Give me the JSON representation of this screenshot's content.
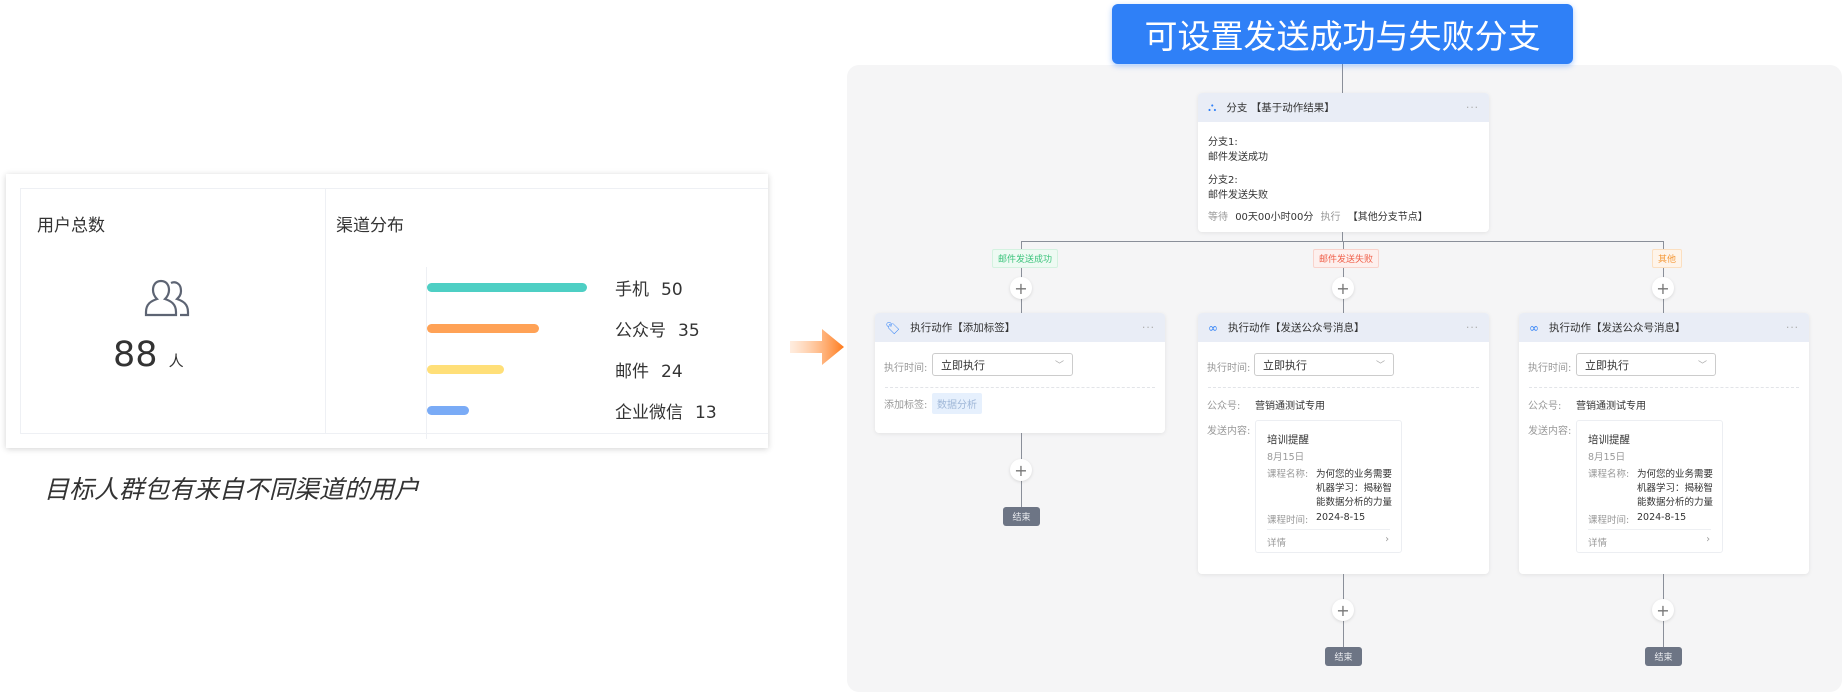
{
  "stats": {
    "total_title": "用户总数",
    "total_value": "88",
    "total_unit": "人",
    "channel_title": "渠道分布",
    "chart_data": {
      "type": "bar",
      "title": "渠道分布",
      "categories": [
        "手机",
        "公众号",
        "邮件",
        "企业微信"
      ],
      "values": [
        50,
        35,
        24,
        13
      ],
      "colors": [
        "#4ecfc4",
        "#ffa256",
        "#ffdf78",
        "#7aabf6"
      ]
    },
    "caption": "目标人群包有来自不同渠道的用户"
  },
  "banner": "可设置发送成功与失败分支",
  "branch_node": {
    "title": "分支 【基于动作结果】",
    "more": "···",
    "branch1_label": "分支1:",
    "branch1_value": "邮件发送成功",
    "branch2_label": "分支2:",
    "branch2_value": "邮件发送失败",
    "wait_label": "等待",
    "wait_value": "00天00小时00分",
    "exec_label": "执行",
    "exec_value": "【其他分支节点】"
  },
  "branch_tags": [
    {
      "text": "邮件发送成功",
      "color": "#3cc47c"
    },
    {
      "text": "邮件发送失败",
      "color": "#f0604a"
    },
    {
      "text": "其他",
      "color": "#f59a3a"
    }
  ],
  "action_tag": {
    "title": "执行动作【添加标签】",
    "time_label": "执行时间:",
    "time_value": "立即执行",
    "tag_label": "添加标签:",
    "tag_value": "数据分析"
  },
  "action_msg": {
    "title": "执行动作【发送公众号消息】",
    "time_label": "执行时间:",
    "time_value": "立即执行",
    "account_label": "公众号:",
    "account_value": "营销通测试专用",
    "content_label": "发送内容:",
    "msg_title": "培训提醒",
    "msg_date": "8月15日",
    "course_label": "课程名称:",
    "course_lines": [
      "为何您的业务需要",
      "机器学习：揭秘智",
      "能数据分析的力量"
    ],
    "time2_label": "课程时间:",
    "time2_value": "2024-8-15",
    "detail": "详情",
    "detail_arrow": "›"
  },
  "end_label": "结束",
  "plus": "+"
}
